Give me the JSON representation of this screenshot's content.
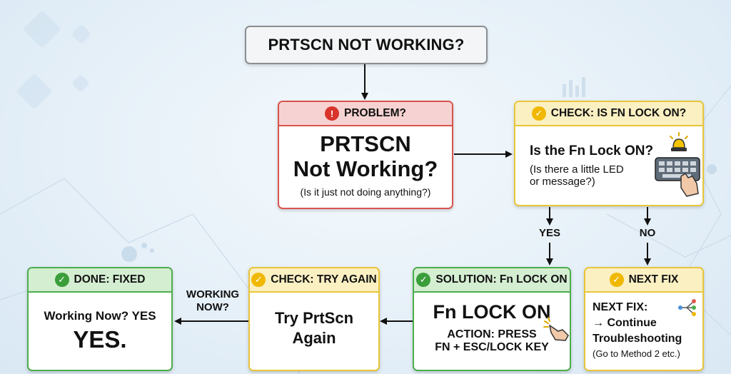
{
  "title": "PRTSCN NOT WORKING?",
  "problem": {
    "header": "PROBLEM?",
    "main_line1": "PRTSCN",
    "main_line2": "Not Working?",
    "sub": "(Is it just not doing anything?)"
  },
  "check_fn": {
    "header": "CHECK: IS FN LOCK ON?",
    "question": "Is the Fn Lock ON?",
    "sub_line1": "(Is there a little LED",
    "sub_line2": "or message?)"
  },
  "edges": {
    "yes": "YES",
    "no": "NO",
    "working_line1": "WORKING",
    "working_line2": "NOW?"
  },
  "solution": {
    "header": "SOLUTION: Fn LOCK ON",
    "main": "Fn LOCK ON",
    "action_line1": "ACTION: PRESS",
    "action_line2": "FN + ESC/LOCK KEY"
  },
  "next_fix": {
    "header": "NEXT FIX",
    "line1": "NEXT FIX:",
    "line2": "→ Continue",
    "line3": "Troubleshooting",
    "line4": "(Go to Method 2 etc.)"
  },
  "try_again": {
    "header": "CHECK: TRY AGAIN",
    "line1": "Try PrtScn",
    "line2": "Again"
  },
  "done": {
    "header": "DONE: FIXED",
    "line1": "Working Now? YES",
    "line2": "YES."
  },
  "icons": {
    "problem": "exclamation-icon",
    "check": "checkmark-icon",
    "keyboard": "keyboard-hand-icon",
    "siren": "warning-light-icon",
    "pointer": "pointing-hand-icon",
    "network": "branch-network-icon"
  },
  "colors": {
    "red": "#d9534f",
    "yellow": "#e8c53a",
    "green": "#4cae4c"
  }
}
